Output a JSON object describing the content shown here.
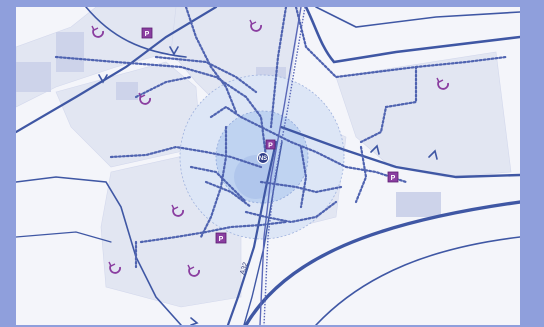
{
  "map": {
    "road_labels": [
      "A32"
    ],
    "parking_label": "P",
    "station_label": "NS",
    "icons": {
      "zone": "circular-arrow-icon",
      "parking": "parking-icon",
      "station": "train-station-icon"
    },
    "colors": {
      "frame": "#8f9fdc",
      "background": "#f4f5fa",
      "district_fill": "#e1e5f1",
      "built_fill": "#ccd2ea",
      "road": "#3f57a4",
      "route_dotted": "#4f63b0",
      "rail": "#5a68b8",
      "catchment": "#bcd2f2",
      "purple_icon": "#8a3ea0",
      "parking_fill": "#8a3ea0"
    }
  }
}
